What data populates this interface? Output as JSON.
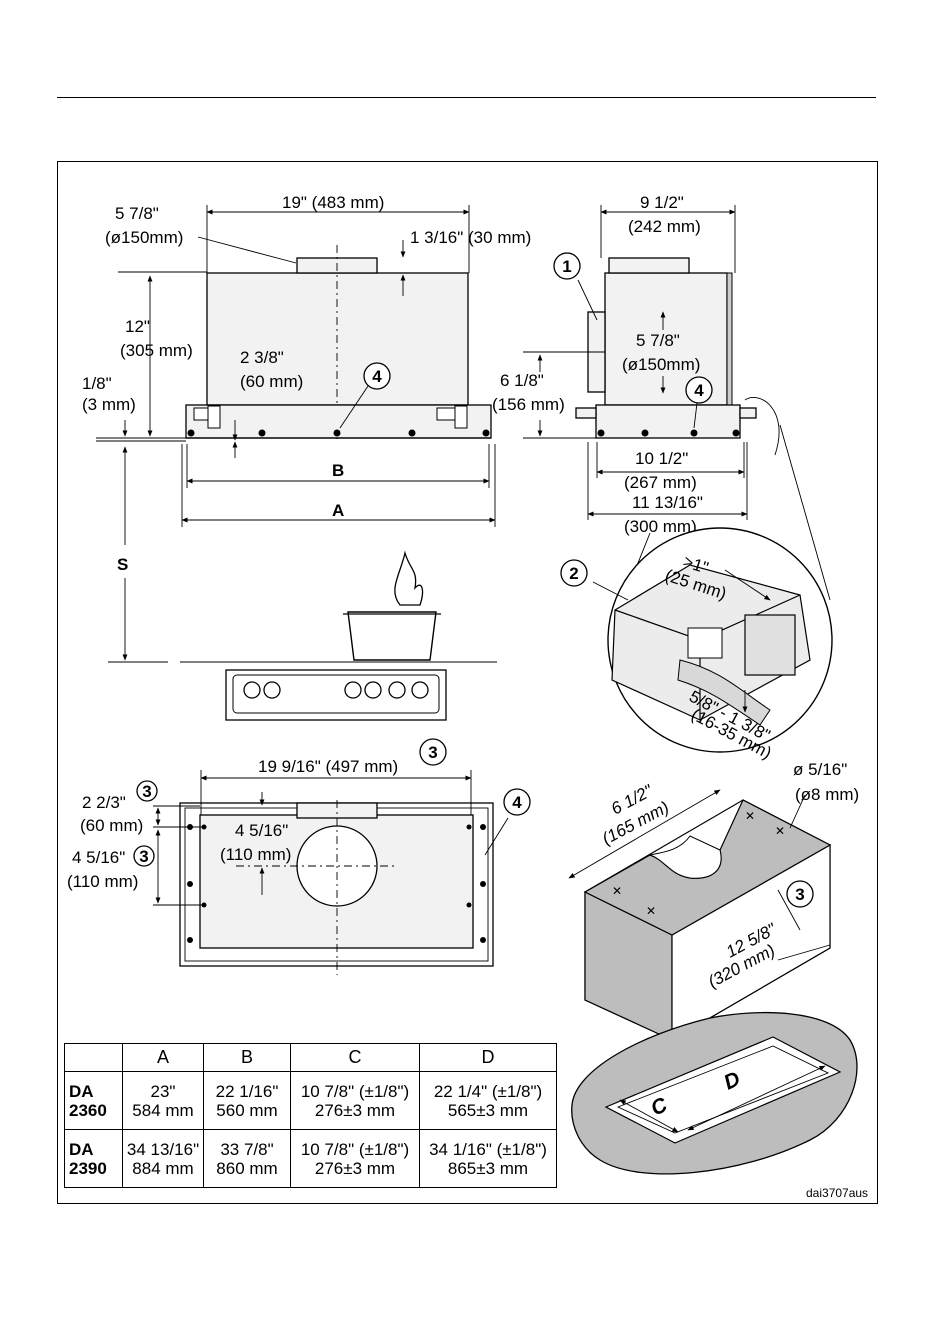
{
  "diagram": {
    "front_view": {
      "width_top": "19\" (483 mm)",
      "duct_diameter_a": "5 7/8\"",
      "duct_diameter_b": "(ø150mm)",
      "duct_height": "1 3/16\" (30 mm)",
      "height_a": "12\"",
      "height_b": "(305 mm)",
      "inner_a": "2 3/8\"",
      "inner_b": "(60 mm)",
      "gap_a": "1/8\"",
      "gap_b": "(3 mm)",
      "label_b": "B",
      "label_a": "A",
      "label_s": "S"
    },
    "side_view": {
      "depth_top_a": "9 1/2\"",
      "depth_top_b": "(242 mm)",
      "duct_a": "5 7/8\"",
      "duct_b": "(ø150mm)",
      "offset_a": "6 1/8\"",
      "offset_b": "(156 mm)",
      "depth_mid_a": "10 1/2\"",
      "depth_mid_b": "(267 mm)",
      "depth_bot_a": "11 13/16\"",
      "depth_bot_b": "(300 mm)"
    },
    "detail": {
      "clearance_a": ">1\"",
      "clearance_b": "(25 mm)",
      "thickness_a": "5/8\" - 1 3/8\"",
      "thickness_b": "(16-35 mm)"
    },
    "top_view": {
      "width": "19 9/16\" (497 mm)",
      "left_top_a": "2 2/3\"",
      "left_top_b": "(60 mm)",
      "left_bot_a": "4 5/16\"",
      "left_bot_b": "(110 mm)",
      "inner_a": "4 5/16\"",
      "inner_b": "(110 mm)"
    },
    "template": {
      "width_a": "6 1/2\"",
      "width_b": "(165 mm)",
      "hole_a": "ø 5/16\"",
      "hole_b": "(ø8 mm)",
      "depth_a": "12 5/8\"",
      "depth_b": "(320 mm)",
      "label_c": "C",
      "label_d": "D"
    },
    "callouts": [
      "1",
      "2",
      "3",
      "4"
    ]
  },
  "table": {
    "headers": [
      "",
      "A",
      "B",
      "C",
      "D"
    ],
    "rows": [
      {
        "model_a": "DA",
        "model_b": "2360",
        "a_1": "23\"",
        "a_2": "584 mm",
        "b_1": "22 1/16\"",
        "b_2": "560 mm",
        "c_1": "10 7/8\" (±1/8\")",
        "c_2": "276±3 mm",
        "d_1": "22 1/4\" (±1/8\")",
        "d_2": "565±3 mm"
      },
      {
        "model_a": "DA",
        "model_b": "2390",
        "a_1": "34 13/16\"",
        "a_2": "884 mm",
        "b_1": "33 7/8\"",
        "b_2": "860 mm",
        "c_1": "10 7/8\" (±1/8\")",
        "c_2": "276±3 mm",
        "d_1": "34 1/16\" (±1/8\")",
        "d_2": "865±3 mm"
      }
    ]
  },
  "figure_code": "dai3707aus"
}
